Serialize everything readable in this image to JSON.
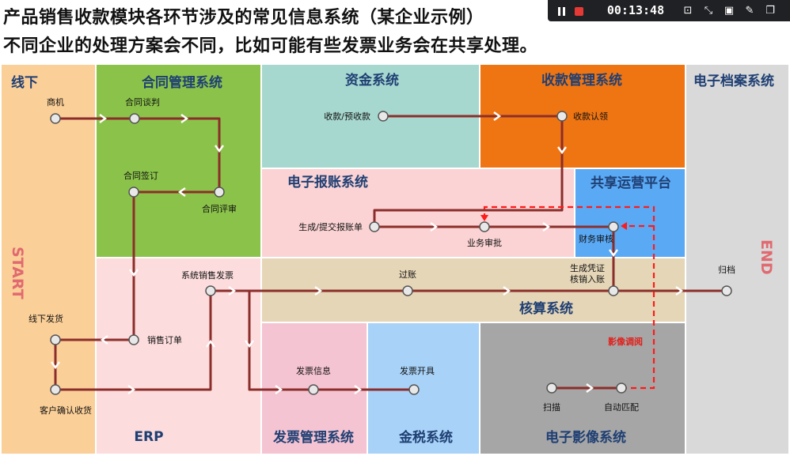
{
  "titles": {
    "line1": "产品销售收款模块各环节涉及的常见信息系统（某企业示例）",
    "line2": "不同企业的处理方案会不同，比如可能有些发票业务会在共享处理。"
  },
  "recorder": {
    "time": "00:13:48",
    "buttons": [
      "pause-icon",
      "stop-icon",
      "screenshot-icon",
      "fullscreen-icon",
      "camera-icon",
      "pen-icon",
      "window-icon"
    ]
  },
  "zones": {
    "offline": "线下",
    "contract": "合同管理系统",
    "funds": "资金系统",
    "collection": "收款管理系统",
    "archive": "电子档案系统",
    "expense": "电子报账系统",
    "shared": "共享运营平台",
    "erp": "ERP",
    "accounting": "核算系统",
    "invoice_mgmt": "发票管理系统",
    "golden_tax": "金税系统",
    "imaging": "电子影像系统"
  },
  "side_labels": {
    "start": "START",
    "end": "END"
  },
  "nodes": {
    "business_opportunity": "商机",
    "contract_negotiation": "合同谈判",
    "contract_review": "合同评审",
    "contract_signing": "合同签订",
    "sales_order": "销售订单",
    "offline_shipment": "线下发货",
    "customer_receipt": "客户确认收货",
    "system_invoice": "系统销售发票",
    "collection_prepay": "收款/预收款",
    "collection_confirm": "收款认领",
    "expense_submit": "生成/提交报账单",
    "business_approval": "业务审批",
    "finance_review": "财务审核",
    "voucher_line1": "生成凭证",
    "voucher_line2": "核销入账",
    "posting": "过账",
    "archiving": "归档",
    "invoice_info": "发票信息",
    "invoice_issue": "发票开具",
    "scanning": "扫描",
    "auto_match": "自动匹配",
    "image_retrieval": "影像调阅"
  },
  "colors": {
    "offline_bg": "#fbcf98",
    "contract_bg": "#8bc34a",
    "funds_bg": "#a7d8cf",
    "collection_bg": "#ef7513",
    "archive_bg": "#d9d9d9",
    "expense_bg": "#fbd3d4",
    "shared_bg": "#5aa9f5",
    "erp_bg": "#fcdcdc",
    "accounting_bg": "#e5d6b7",
    "invoice_bg": "#f5c4d2",
    "tax_bg": "#a8d2f7",
    "imaging_bg": "#a6a6a6",
    "zone_title": "#1f3f73",
    "flow_line": "#8b2e2b",
    "dashed": "#ff1a1a",
    "start_end": "#e06a70"
  }
}
